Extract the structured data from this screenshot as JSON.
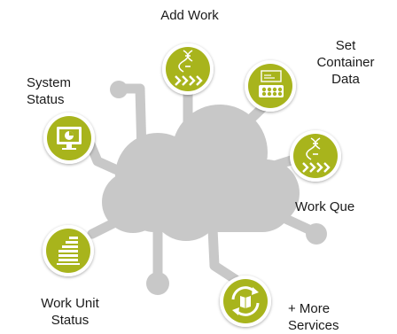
{
  "colors": {
    "cloud": "#c8c8c8",
    "node_fill": "#a8b41e",
    "node_ring": "#ffffff",
    "node_shadow": "#d2d2d2",
    "icon": "#ffffff",
    "text": "#1a1a1a"
  },
  "nodes": [
    {
      "id": "add-work",
      "line1": "Add Work",
      "line2": "",
      "line3": "",
      "icon": "dna-arrows-icon"
    },
    {
      "id": "set-container-data",
      "line1": "Set",
      "line2": "Container",
      "line3": "Data",
      "icon": "plate-grid-icon"
    },
    {
      "id": "system-status",
      "line1": "System",
      "line2": "Status",
      "line3": "",
      "icon": "monitor-chart-icon"
    },
    {
      "id": "work-que",
      "line1": "Work Que",
      "line2": "",
      "line3": "",
      "icon": "dna-arrows-icon"
    },
    {
      "id": "work-unit-status",
      "line1": "Work Unit",
      "line2": "Status",
      "line3": "",
      "icon": "bar-steps-icon"
    },
    {
      "id": "more-services",
      "line1": "+ More",
      "line2": "Services",
      "line3": "",
      "icon": "refresh-book-icon"
    }
  ]
}
